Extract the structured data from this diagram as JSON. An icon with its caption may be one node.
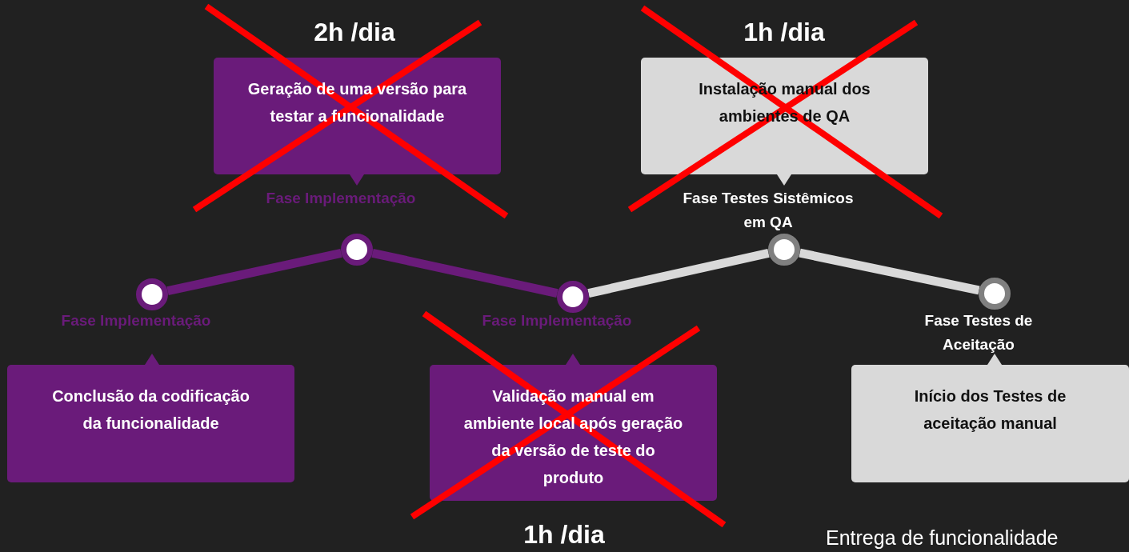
{
  "diagram": {
    "nodes": [
      {
        "text": [
          "Geração de uma versão para testar a funcionalidade"
        ],
        "beside": [
          "2h /dia"
        ]
      },
      {
        "text": [
          "Instalação manual dos ambientes de QA"
        ],
        "beside": [
          "1h /dia"
        ]
      },
      {
        "text": [],
        "shape": "circle",
        "beside": [
          "Fase Implementação"
        ]
      },
      {
        "text": [],
        "shape": "circle",
        "beside": [
          "Fase Implementação"
        ]
      },
      {
        "text": [],
        "shape": "circle",
        "beside": [
          "Fase Implementação"
        ]
      },
      {
        "text": [],
        "shape": "circle",
        "beside": [
          "Fase Testes Sistêmicos em QA"
        ]
      },
      {
        "text": [],
        "shape": "circle",
        "beside": [
          "Fase Testes de Aceitação"
        ]
      },
      {
        "text": [
          "Conclusão da codificação da funcionalidade"
        ]
      },
      {
        "text": [
          "Validação manual em ambiente local após geração da versão de teste do produto"
        ],
        "beside": [
          "1h /dia"
        ]
      },
      {
        "text": [
          "Início dos Testes de aceitação manual"
        ]
      }
    ],
    "edges": [
      {
        "from": 2,
        "to": 3,
        "arrow": "none",
        "color": "#6a1b7a"
      },
      {
        "from": 3,
        "to": 4,
        "arrow": "none",
        "color": "#6a1b7a"
      },
      {
        "from": 4,
        "to": 5,
        "arrow": "none",
        "color": "#d9d9d9"
      },
      {
        "from": 5,
        "to": 6,
        "arrow": "none",
        "color": "#d9d9d9"
      }
    ],
    "labels": [
      "Entrega de funcionalidade"
    ]
  }
}
